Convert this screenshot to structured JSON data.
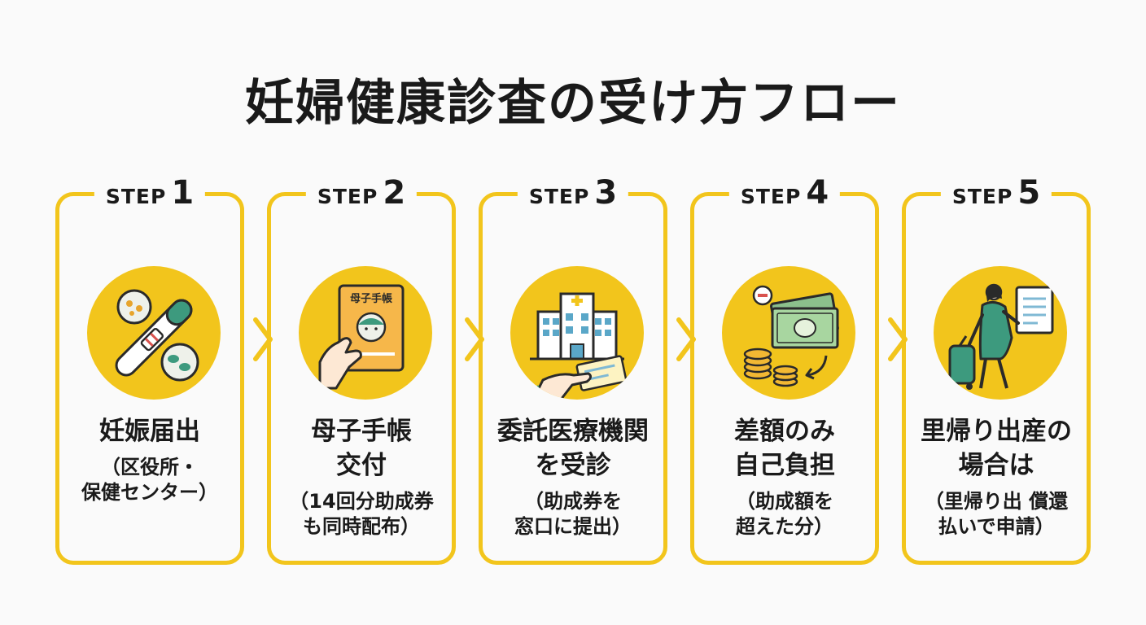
{
  "title": "妊婦健康診査の受け方フロー",
  "colors": {
    "accent": "#f2c51c",
    "icon_green": "#3d9a7e",
    "text": "#1a1a1a"
  },
  "steps": [
    {
      "step_word": "STEP",
      "step_num": "1",
      "icon": "pregnancy-test-icon",
      "main": [
        "妊娠届出"
      ],
      "sub": [
        "（区役所・",
        "保健センター）"
      ]
    },
    {
      "step_word": "STEP",
      "step_num": "2",
      "icon": "maternity-handbook-icon",
      "icon_text": "母子手帳",
      "main": [
        "母子手帳",
        "交付"
      ],
      "sub": [
        "（14回分助成券",
        "も同時配布）"
      ]
    },
    {
      "step_word": "STEP",
      "step_num": "3",
      "icon": "hospital-icon",
      "main": [
        "委託医療機関",
        "を受診"
      ],
      "sub": [
        "（助成券を",
        "窓口に提出）"
      ]
    },
    {
      "step_word": "STEP",
      "step_num": "4",
      "icon": "money-coins-icon",
      "main": [
        "差額のみ",
        "自己負担"
      ],
      "sub": [
        "（助成額を",
        "超えた分）"
      ]
    },
    {
      "step_word": "STEP",
      "step_num": "5",
      "icon": "traveler-document-icon",
      "main": [
        "里帰り出産の",
        "場合は"
      ],
      "sub": [
        "（里帰り出 償還",
        "払いで申請）"
      ]
    }
  ]
}
